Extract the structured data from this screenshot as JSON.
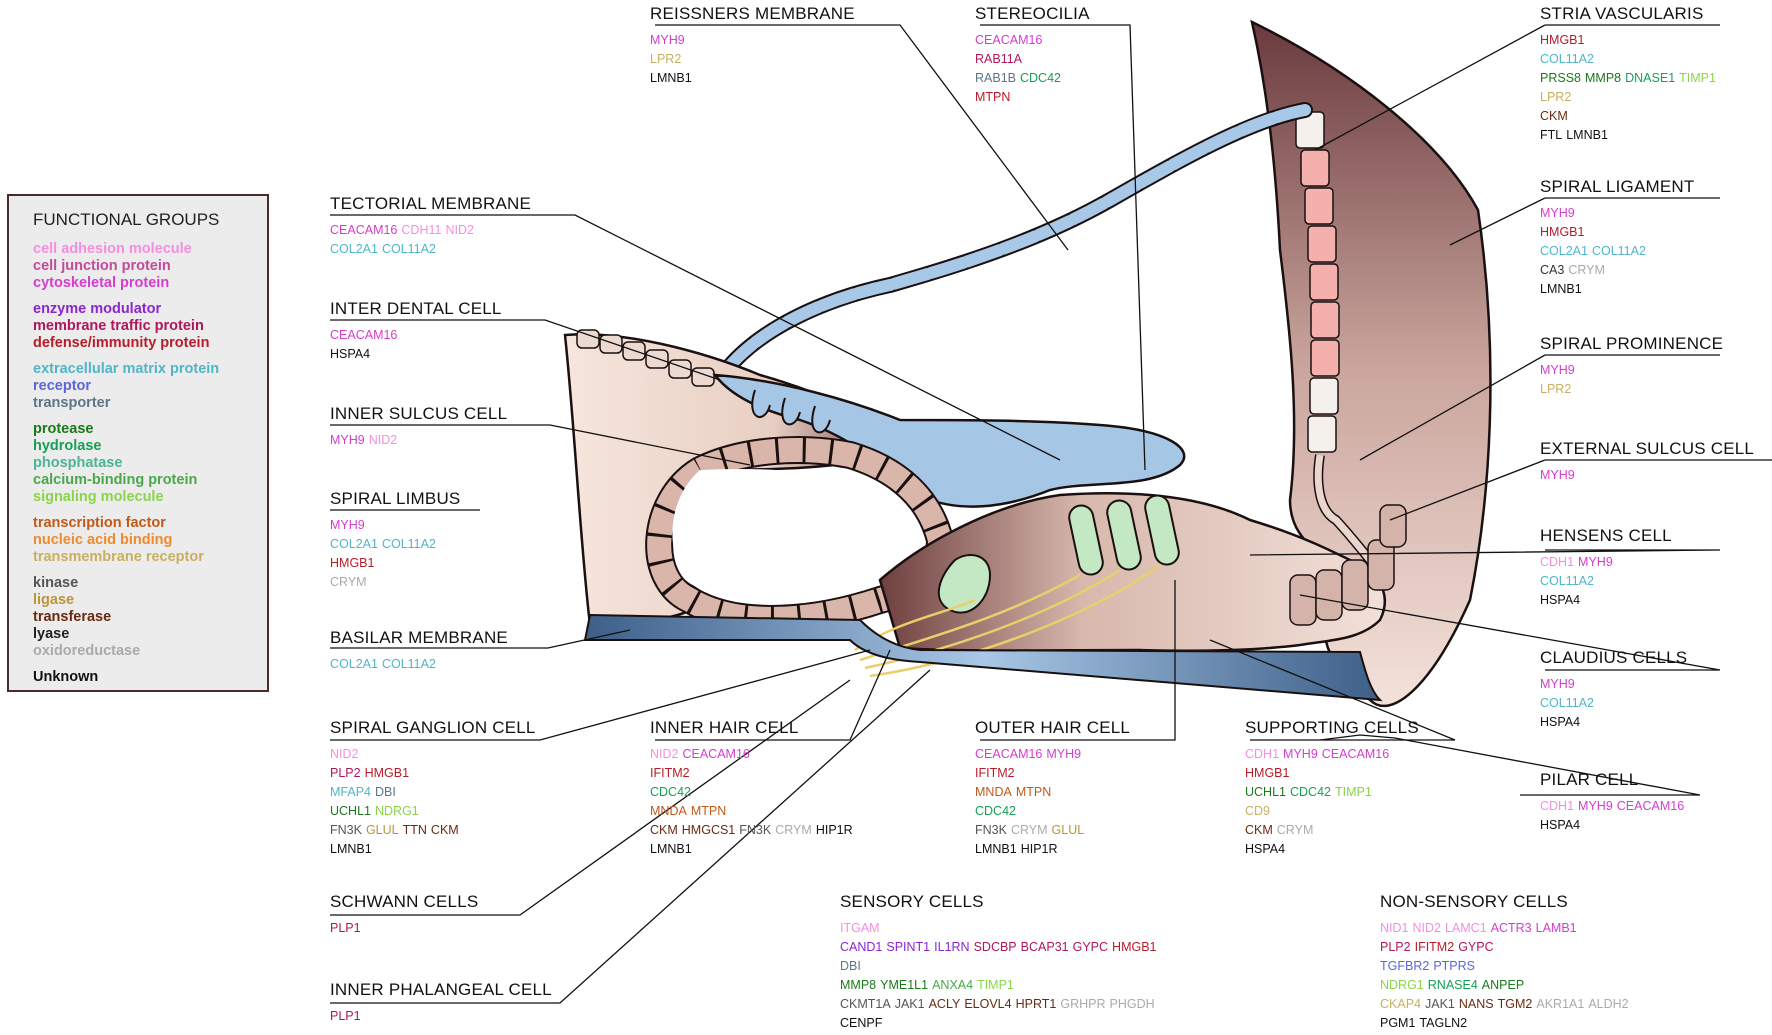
{
  "legend": {
    "title": "FUNCTIONAL GROUPS",
    "groups": [
      [
        {
          "label": "cell adhesion molecule",
          "color": "#f58ee0"
        },
        {
          "label": "cell junction protein",
          "color": "#c24a9b"
        },
        {
          "label": "cytoskeletal protein",
          "color": "#d63ccf"
        }
      ],
      [
        {
          "label": "enzyme modulator",
          "color": "#8a26d0"
        },
        {
          "label": "membrane traffic protein",
          "color": "#b0165a"
        },
        {
          "label": "defense/immunity protein",
          "color": "#b81c2a"
        }
      ],
      [
        {
          "label": "extracellular matrix protein",
          "color": "#4fb6c8"
        },
        {
          "label": "receptor",
          "color": "#5a66d8"
        },
        {
          "label": "transporter",
          "color": "#5c7688"
        }
      ],
      [
        {
          "label": "protease",
          "color": "#1a7a1a"
        },
        {
          "label": "hydrolase",
          "color": "#15a055"
        },
        {
          "label": "phosphatase",
          "color": "#4cb394"
        },
        {
          "label": "calcium-binding protein",
          "color": "#4aa84a"
        },
        {
          "label": "signaling molecule",
          "color": "#8ad44a"
        }
      ],
      [
        {
          "label": "transcription factor",
          "color": "#c05a1a"
        },
        {
          "label": "nucleic acid binding",
          "color": "#ee8a2a"
        },
        {
          "label": "transmembrane receptor",
          "color": "#c8b060"
        }
      ],
      [
        {
          "label": "kinase",
          "color": "#555555"
        },
        {
          "label": "ligase",
          "color": "#b8963c"
        },
        {
          "label": "transferase",
          "color": "#6a2a10"
        },
        {
          "label": "lyase",
          "color": "#222222"
        },
        {
          "label": "oxidoreductase",
          "color": "#aaaaaa"
        }
      ],
      [
        {
          "label": "Unknown",
          "color": "#111111"
        }
      ]
    ]
  },
  "labels": [
    {
      "id": "reissners-membrane",
      "title": "REISSNERS MEMBRANE",
      "lines": [
        [
          [
            "MYH9",
            "#d63ccf"
          ]
        ],
        [
          [
            "LPR2",
            "#c8b060"
          ]
        ],
        [
          [
            "LMNB1",
            "#111111"
          ]
        ]
      ]
    },
    {
      "id": "stereocilia",
      "title": "STEREOCILIA",
      "lines": [
        [
          [
            "CEACAM16",
            "#d63ccf"
          ]
        ],
        [
          [
            "RAB11A",
            "#b0165a"
          ]
        ],
        [
          [
            "RAB1B",
            "#5c7688"
          ],
          [
            "CDC42",
            "#15a055"
          ]
        ],
        [
          [
            "MTPN",
            "#b81c2a"
          ]
        ]
      ]
    },
    {
      "id": "stria-vascularis",
      "title": "STRIA VASCULARIS",
      "lines": [
        [
          [
            "HMGB1",
            "#b81c2a"
          ]
        ],
        [
          [
            "COL11A2",
            "#4fb6c8"
          ]
        ],
        [
          [
            "PRSS8",
            "#1a7a1a"
          ],
          [
            "MMP8",
            "#1a7a1a"
          ],
          [
            "DNASE1",
            "#15a055"
          ],
          [
            "TIMP1",
            "#8ad44a"
          ]
        ],
        [
          [
            "LPR2",
            "#c8b060"
          ]
        ],
        [
          [
            "CKM",
            "#6a2a10"
          ]
        ],
        [
          [
            "FTL",
            "#111111"
          ],
          [
            "LMNB1",
            "#111111"
          ]
        ]
      ]
    },
    {
      "id": "tectorial-membrane",
      "title": "TECTORIAL MEMBRANE",
      "lines": [
        [
          [
            "CEACAM16",
            "#d63ccf"
          ],
          [
            "CDH11",
            "#f58ee0"
          ],
          [
            "NID2",
            "#f58ee0"
          ]
        ],
        [
          [
            "COL2A1",
            "#4fb6c8"
          ],
          [
            "COL11A2",
            "#4fb6c8"
          ]
        ]
      ]
    },
    {
      "id": "spiral-ligament",
      "title": "SPIRAL LIGAMENT",
      "lines": [
        [
          [
            "MYH9",
            "#d63ccf"
          ]
        ],
        [
          [
            "HMGB1",
            "#b81c2a"
          ]
        ],
        [
          [
            "COL2A1",
            "#4fb6c8"
          ],
          [
            "COL11A2",
            "#4fb6c8"
          ]
        ],
        [
          [
            "CA3",
            "#333333"
          ],
          [
            "CRYM",
            "#aaaaaa"
          ]
        ],
        [
          [
            "LMNB1",
            "#111111"
          ]
        ]
      ]
    },
    {
      "id": "inter-dental-cell",
      "title": "INTER DENTAL CELL",
      "lines": [
        [
          [
            "CEACAM16",
            "#d63ccf"
          ]
        ],
        [
          [
            "HSPA4",
            "#111111"
          ]
        ]
      ]
    },
    {
      "id": "spiral-prominence",
      "title": "SPIRAL PROMINENCE",
      "lines": [
        [
          [
            "MYH9",
            "#d63ccf"
          ]
        ],
        [
          [
            "LPR2",
            "#c8b060"
          ]
        ]
      ]
    },
    {
      "id": "inner-sulcus-cell",
      "title": "INNER SULCUS CELL",
      "lines": [
        [
          [
            "MYH9",
            "#d63ccf"
          ],
          [
            "NID2",
            "#f58ee0"
          ]
        ]
      ]
    },
    {
      "id": "external-sulcus-cell",
      "title": "EXTERNAL SULCUS CELL",
      "lines": [
        [
          [
            "MYH9",
            "#d63ccf"
          ]
        ]
      ]
    },
    {
      "id": "spiral-limbus",
      "title": "SPIRAL LIMBUS",
      "lines": [
        [
          [
            "MYH9",
            "#d63ccf"
          ]
        ],
        [
          [
            "COL2A1",
            "#4fb6c8"
          ],
          [
            "COL11A2",
            "#4fb6c8"
          ]
        ],
        [
          [
            "HMGB1",
            "#b81c2a"
          ]
        ],
        [
          [
            "CRYM",
            "#aaaaaa"
          ]
        ]
      ]
    },
    {
      "id": "hensens-cell",
      "title": "HENSENS CELL",
      "lines": [
        [
          [
            "CDH1",
            "#f58ee0"
          ],
          [
            "MYH9",
            "#d63ccf"
          ]
        ],
        [
          [
            "COL11A2",
            "#4fb6c8"
          ]
        ],
        [
          [
            "HSPA4",
            "#111111"
          ]
        ]
      ]
    },
    {
      "id": "basilar-membrane",
      "title": "BASILAR MEMBRANE",
      "lines": [
        [
          [
            "COL2A1",
            "#4fb6c8"
          ],
          [
            "COL11A2",
            "#4fb6c8"
          ]
        ]
      ]
    },
    {
      "id": "claudius-cells",
      "title": "CLAUDIUS CELLS",
      "lines": [
        [
          [
            "MYH9",
            "#d63ccf"
          ]
        ],
        [
          [
            "COL11A2",
            "#4fb6c8"
          ]
        ],
        [
          [
            "HSPA4",
            "#111111"
          ]
        ]
      ]
    },
    {
      "id": "spiral-ganglion-cell",
      "title": "SPIRAL GANGLION CELL",
      "lines": [
        [
          [
            "NID2",
            "#f58ee0"
          ]
        ],
        [
          [
            "PLP2",
            "#b0165a"
          ],
          [
            "HMGB1",
            "#b81c2a"
          ]
        ],
        [
          [
            "MFAP4",
            "#4fb6c8"
          ],
          [
            "DBI",
            "#5c7688"
          ]
        ],
        [
          [
            "UCHL1",
            "#1a7a1a"
          ],
          [
            "NDRG1",
            "#8ad44a"
          ]
        ],
        [
          [
            "FN3K",
            "#555555"
          ],
          [
            "GLUL",
            "#b8963c"
          ],
          [
            "TTN",
            "#6a2a10"
          ],
          [
            "CKM",
            "#6a2a10"
          ]
        ],
        [
          [
            "LMNB1",
            "#111111"
          ]
        ]
      ]
    },
    {
      "id": "inner-hair-cell",
      "title": "INNER HAIR CELL",
      "lines": [
        [
          [
            "NID2",
            "#f58ee0"
          ],
          [
            "CEACAM16",
            "#d63ccf"
          ]
        ],
        [
          [
            "IFITM2",
            "#b81c2a"
          ]
        ],
        [
          [
            "CDC42",
            "#15a055"
          ]
        ],
        [
          [
            "MNDA",
            "#c05a1a"
          ],
          [
            "MTPN",
            "#c05a1a"
          ]
        ],
        [
          [
            "CKM",
            "#6a2a10"
          ],
          [
            "HMGCS1",
            "#6a2a10"
          ],
          [
            "FN3K",
            "#555555"
          ],
          [
            "CRYM",
            "#aaaaaa"
          ],
          [
            "HIP1R",
            "#111111"
          ]
        ],
        [
          [
            "LMNB1",
            "#111111"
          ]
        ]
      ]
    },
    {
      "id": "outer-hair-cell",
      "title": "OUTER HAIR CELL",
      "lines": [
        [
          [
            "CEACAM16",
            "#d63ccf"
          ],
          [
            "MYH9",
            "#d63ccf"
          ]
        ],
        [
          [
            "IFITM2",
            "#b81c2a"
          ]
        ],
        [
          [
            "MNDA",
            "#c05a1a"
          ],
          [
            "MTPN",
            "#c05a1a"
          ]
        ],
        [
          [
            "CDC42",
            "#15a055"
          ]
        ],
        [
          [
            "FN3K",
            "#555555"
          ],
          [
            "CRYM",
            "#aaaaaa"
          ],
          [
            "GLUL",
            "#b8963c"
          ]
        ],
        [
          [
            "LMNB1",
            "#111111"
          ],
          [
            "HIP1R",
            "#111111"
          ]
        ]
      ]
    },
    {
      "id": "supporting-cells",
      "title": "SUPPORTING CELLS",
      "lines": [
        [
          [
            "CDH1",
            "#f58ee0"
          ],
          [
            "MYH9",
            "#d63ccf"
          ],
          [
            "CEACAM16",
            "#d63ccf"
          ]
        ],
        [
          [
            "HMGB1",
            "#b81c2a"
          ]
        ],
        [
          [
            "UCHL1",
            "#1a7a1a"
          ],
          [
            "CDC42",
            "#15a055"
          ],
          [
            "TIMP1",
            "#8ad44a"
          ]
        ],
        [
          [
            "CD9",
            "#c8b060"
          ]
        ],
        [
          [
            "CKM",
            "#6a2a10"
          ],
          [
            "CRYM",
            "#aaaaaa"
          ]
        ],
        [
          [
            "HSPA4",
            "#111111"
          ]
        ]
      ]
    },
    {
      "id": "pilar-cell",
      "title": "PILAR CELL",
      "lines": [
        [
          [
            "CDH1",
            "#f58ee0"
          ],
          [
            "MYH9",
            "#d63ccf"
          ],
          [
            "CEACAM16",
            "#d63ccf"
          ]
        ],
        [
          [
            "HSPA4",
            "#111111"
          ]
        ]
      ]
    },
    {
      "id": "schwann-cells",
      "title": "SCHWANN CELLS",
      "lines": [
        [
          [
            "PLP1",
            "#b0165a"
          ]
        ]
      ]
    },
    {
      "id": "sensory-cells",
      "title": "SENSORY CELLS",
      "lines": [
        [
          [
            "ITGAM",
            "#f58ee0"
          ]
        ],
        [
          [
            "CAND1",
            "#8a26d0"
          ],
          [
            "SPINT1",
            "#8a26d0"
          ],
          [
            "IL1RN",
            "#8a26d0"
          ],
          [
            "SDCBP",
            "#b0165a"
          ],
          [
            "BCAP31",
            "#b0165a"
          ],
          [
            "GYPC",
            "#b0165a"
          ],
          [
            "HMGB1",
            "#b81c2a"
          ]
        ],
        [
          [
            "DBI",
            "#5c7688"
          ]
        ],
        [
          [
            "MMP8",
            "#1a7a1a"
          ],
          [
            "YME1L1",
            "#1a7a1a"
          ],
          [
            "ANXA4",
            "#4aa84a"
          ],
          [
            "TIMP1",
            "#8ad44a"
          ]
        ],
        [
          [
            "CKMT1A",
            "#555555"
          ],
          [
            "JAK1",
            "#555555"
          ],
          [
            "ACLY",
            "#6a2a10"
          ],
          [
            "ELOVL4",
            "#6a2a10"
          ],
          [
            "HPRT1",
            "#6a2a10"
          ],
          [
            "GRHPR",
            "#aaaaaa"
          ],
          [
            "PHGDH",
            "#aaaaaa"
          ]
        ],
        [
          [
            "CENPF",
            "#111111"
          ]
        ]
      ]
    },
    {
      "id": "inner-phalangeal-cell",
      "title": "INNER PHALANGEAL CELL",
      "lines": [
        [
          [
            "PLP1",
            "#b0165a"
          ]
        ]
      ]
    },
    {
      "id": "non-sensory-cells",
      "title": "NON-SENSORY CELLS",
      "lines": [
        [
          [
            "NID1",
            "#f58ee0"
          ],
          [
            "NID2",
            "#f58ee0"
          ],
          [
            "LAMC1",
            "#f58ee0"
          ],
          [
            "ACTR3",
            "#d63ccf"
          ],
          [
            "LAMB1",
            "#d63ccf"
          ]
        ],
        [
          [
            "PLP2",
            "#b0165a"
          ],
          [
            "IFITM2",
            "#b81c2a"
          ],
          [
            "GYPC",
            "#b0165a"
          ]
        ],
        [
          [
            "TGFBR2",
            "#5a66d8"
          ],
          [
            "PTPRS",
            "#5a66d8"
          ]
        ],
        [
          [
            "NDRG1",
            "#8ad44a"
          ],
          [
            "RNASE4",
            "#15a055"
          ],
          [
            "ANPEP",
            "#1a7a1a"
          ]
        ],
        [
          [
            "CKAP4",
            "#c8b060"
          ],
          [
            "JAK1",
            "#555555"
          ],
          [
            "NANS",
            "#6a2a10"
          ],
          [
            "TGM2",
            "#6a2a10"
          ],
          [
            "AKR1A1",
            "#aaaaaa"
          ],
          [
            "ALDH2",
            "#aaaaaa"
          ]
        ],
        [
          [
            "PGM1",
            "#111111"
          ],
          [
            "TAGLN2",
            "#111111"
          ]
        ]
      ]
    }
  ]
}
